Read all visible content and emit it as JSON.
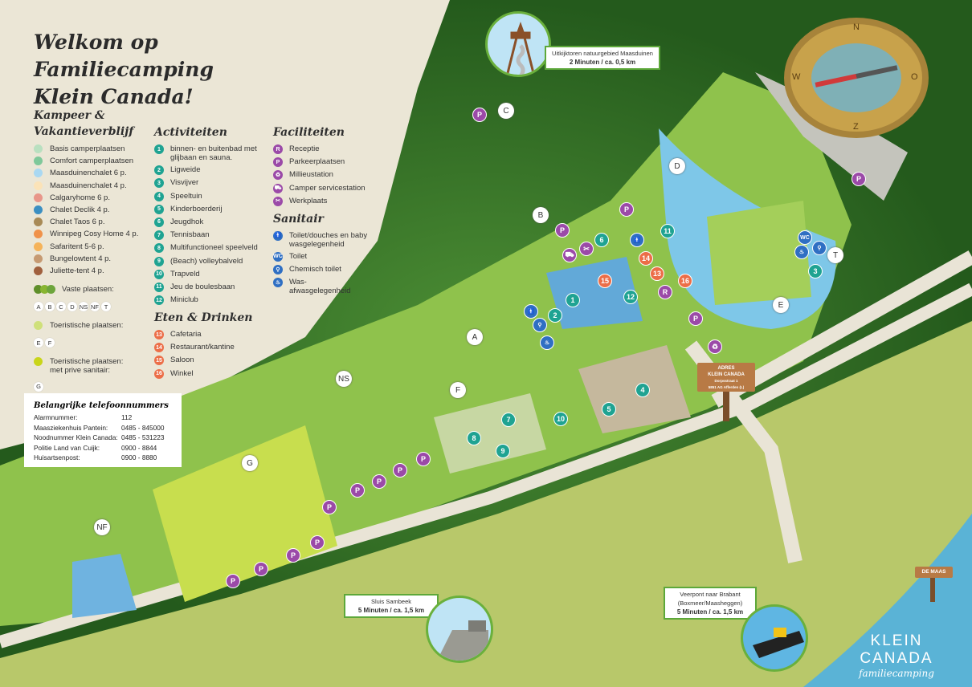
{
  "title": {
    "line1": "Welkom op Familiecamping",
    "line2": "Klein Canada!"
  },
  "legend": {
    "accommodation": {
      "heading1": "Kampeer &",
      "heading2": "Vakantieverblijf",
      "items": [
        {
          "label": "Basis camperplaatsen",
          "color": "#b9e0c0"
        },
        {
          "label": "Comfort camperplaatsen",
          "color": "#7fc89a"
        },
        {
          "label": "Maasduinenchalet 6 p.",
          "color": "#a9d8f2"
        },
        {
          "label": "Maasduinenchalet 4 p.",
          "color": "#fbe3b8"
        },
        {
          "label": "Calgaryhome 6 p.",
          "color": "#e8968a"
        },
        {
          "label": "Chalet Declik 4 p.",
          "color": "#3b8fc2"
        },
        {
          "label": "Chalet Taos 6 p.",
          "color": "#a88a56"
        },
        {
          "label": "Winnipeg Cosy Home 4 p.",
          "color": "#f0924a"
        },
        {
          "label": "Safaritent 5-6 p.",
          "color": "#f5b35a"
        },
        {
          "label": "Bungelowtent 4 p.",
          "color": "#c69a72"
        },
        {
          "label": "Juliette-tent 4 p.",
          "color": "#a0603e"
        }
      ],
      "vaste": "Vaste plaatsen:",
      "vaste_letters": [
        "A",
        "B",
        "C",
        "D",
        "NS",
        "NF",
        "T"
      ],
      "toeristisch": "Toeristische plaatsen:",
      "toeristisch_letters": [
        "E",
        "F"
      ],
      "prive": "Toeristische plaatsen: met prive sanitair:",
      "prive_letters": [
        "G"
      ]
    },
    "activities": {
      "heading": "Activiteiten",
      "items": [
        {
          "n": "1",
          "label": "binnen- en buitenbad met glijbaan en sauna."
        },
        {
          "n": "2",
          "label": "Ligweide"
        },
        {
          "n": "3",
          "label": "Visvijver"
        },
        {
          "n": "4",
          "label": "Speeltuin"
        },
        {
          "n": "5",
          "label": "Kinderboerderij"
        },
        {
          "n": "6",
          "label": "Jeugdhok"
        },
        {
          "n": "7",
          "label": "Tennisbaan"
        },
        {
          "n": "8",
          "label": "Multifunctioneel speelveld"
        },
        {
          "n": "9",
          "label": "(Beach) volleybalveld"
        },
        {
          "n": "10",
          "label": "Trapveld"
        },
        {
          "n": "11",
          "label": "Jeu de boulesbaan"
        },
        {
          "n": "12",
          "label": "Miniclub"
        }
      ]
    },
    "food": {
      "heading": "Eten & Drinken",
      "items": [
        {
          "n": "13",
          "label": "Cafetaria"
        },
        {
          "n": "14",
          "label": "Restaurant/kantine"
        },
        {
          "n": "15",
          "label": "Saloon"
        },
        {
          "n": "16",
          "label": "Winkel"
        }
      ]
    },
    "facilities": {
      "heading": "Faciliteiten",
      "items": [
        {
          "icon": "R",
          "label": "Receptie"
        },
        {
          "icon": "P",
          "label": "Parkeerplaatsen"
        },
        {
          "icon": "♻",
          "label": "Millieustation"
        },
        {
          "icon": "⛟",
          "label": "Camper servicestation"
        },
        {
          "icon": "✂",
          "label": "Werkplaats"
        }
      ]
    },
    "sanitair": {
      "heading": "Sanitair",
      "items": [
        {
          "icon": "🚹",
          "label": "Toilet/douches en baby wasgelegenheid"
        },
        {
          "icon": "WC",
          "label": "Toilet"
        },
        {
          "icon": "⚲",
          "label": "Chemisch toilet"
        },
        {
          "icon": "♨",
          "label": "Was- afwasgelegenheid"
        }
      ]
    }
  },
  "phones": {
    "heading": "Belangrijke telefoonnummers",
    "rows": [
      {
        "name": "Alarmnummer:",
        "number": "112"
      },
      {
        "name": "Maasziekenhuis Pantein:",
        "number": "0485 - 845000"
      },
      {
        "name": "Noodnummer Klein Canada:",
        "number": "0485 - 531223"
      },
      {
        "name": "Politie Land van Cuijk:",
        "number": "0900 - 8844"
      },
      {
        "name": "Huisartsenpost:",
        "number": "0900 - 8880"
      }
    ]
  },
  "map": {
    "tower": {
      "label": "Uitkijktoren natuurgebied Maasduinen",
      "distance": "2 Minuten / ca. 0,5 km"
    },
    "sluis": {
      "label": "Sluis Sambeek",
      "distance": "5 Minuten / ca. 1,5 km"
    },
    "ferry": {
      "label": "Veerpont naar Brabant",
      "sub": "(Boxmeer/Maasheggen)",
      "distance": "5 Minuten / ca. 1,5 km"
    },
    "address": {
      "l1": "ADRES",
      "l2": "KLEIN CANADA",
      "l3": "Dorpsstraat 1",
      "l4": "5851 AG Afferden (L)"
    },
    "river_sign": "DE MAAS",
    "compass": [
      "N",
      "O",
      "Z",
      "W"
    ],
    "fields": [
      "A",
      "B",
      "C",
      "D",
      "E",
      "F",
      "G",
      "NS",
      "NF",
      "T"
    ],
    "parking": "P",
    "reception": "R"
  },
  "logo": {
    "name": "KLEIN CANADA",
    "sub": "familiecamping"
  }
}
